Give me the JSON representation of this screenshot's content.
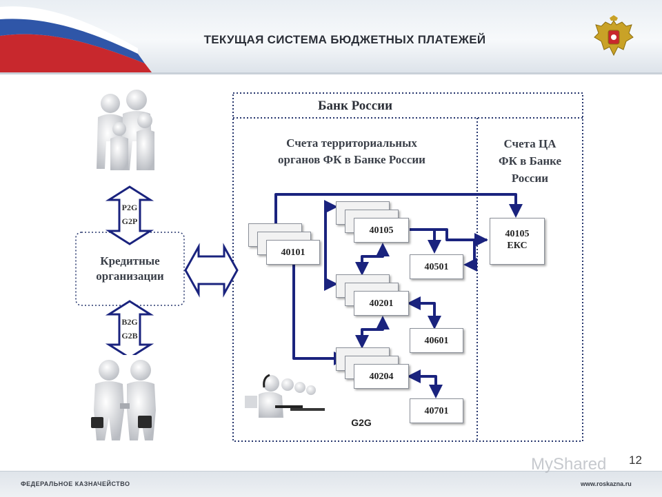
{
  "header": {
    "title": "ТЕКУЩАЯ СИСТЕМА БЮДЖЕТНЫХ ПЛАТЕЖЕЙ"
  },
  "bank": {
    "title": "Банк России",
    "territorial_label": "Счета территориальных органов ФК в Банке России",
    "territorial_line1": "Счета территориальных",
    "territorial_line2": "органов ФК в Банке России",
    "central_line1": "Счета ЦА",
    "central_line2": "ФК в Банке",
    "central_line3": "России"
  },
  "left": {
    "credit_line1": "Кредитные",
    "credit_line2": "организации",
    "p2g": "P2G",
    "g2p": "G2P",
    "b2g": "B2G",
    "g2b": "G2B"
  },
  "accounts": {
    "a40101": "40101",
    "a40105": "40105",
    "a40201": "40201",
    "a40204": "40204",
    "a40501": "40501",
    "a40601": "40601",
    "a40701": "40701",
    "eks_number": "40105",
    "eks_label": "ЕКС"
  },
  "g2g": "G2G",
  "footer": {
    "left": "ФЕДЕРАЛЬНОЕ КАЗНАЧЕЙСТВО",
    "right": "www.roskazna.ru",
    "page": "12",
    "watermark": "MyShared"
  },
  "colors": {
    "arrow": "#1a237e",
    "dotted": "#23336b",
    "flag_white": "#ffffff",
    "flag_blue": "#2f56a8",
    "flag_red": "#c8282d"
  }
}
